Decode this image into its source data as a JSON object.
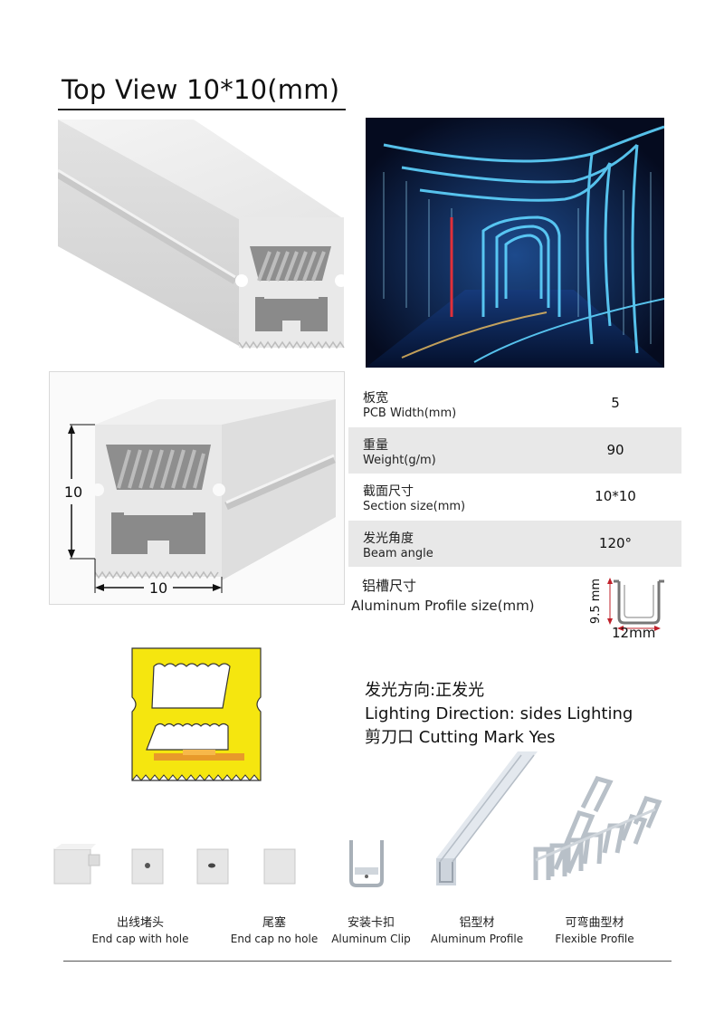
{
  "header": {
    "title": "Top View 10*10(mm)"
  },
  "section_drawing": {
    "height_dim": "10",
    "width_dim": "10"
  },
  "specs": [
    {
      "zh": "板宽",
      "en": "PCB Width(mm)",
      "value": "5"
    },
    {
      "zh": "重量",
      "en": "Weight(g/m)",
      "value": "90"
    },
    {
      "zh": "截面尺寸",
      "en": "Section size(mm)",
      "value": "10*10"
    },
    {
      "zh": "发光角度",
      "en": "Beam angle",
      "value": "120°"
    }
  ],
  "aluminum": {
    "zh": "铝槽尺寸",
    "en": "Aluminum Profile size(mm)",
    "height_label": "9.5 mm",
    "width_label": "12mm"
  },
  "lighting": {
    "line1": "发光方向:正发光",
    "line2": "Lighting Direction: sides Lighting",
    "line3": "剪刀口  Cutting Mark Yes"
  },
  "accessories": [
    {
      "zh": "出线堵头",
      "en": "End cap with hole"
    },
    {
      "zh": "尾塞",
      "en": "End cap no hole"
    },
    {
      "zh": "安装卡扣",
      "en": "Aluminum Clip"
    },
    {
      "zh": "铝型材",
      "en": "Aluminum Profile"
    },
    {
      "zh": "可弯曲型材",
      "en": "Flexible Profile"
    }
  ],
  "colors": {
    "led_yellow": "#f5e60f",
    "silicone": "#eeeeee",
    "neon_blue": "#3fc4f0"
  }
}
